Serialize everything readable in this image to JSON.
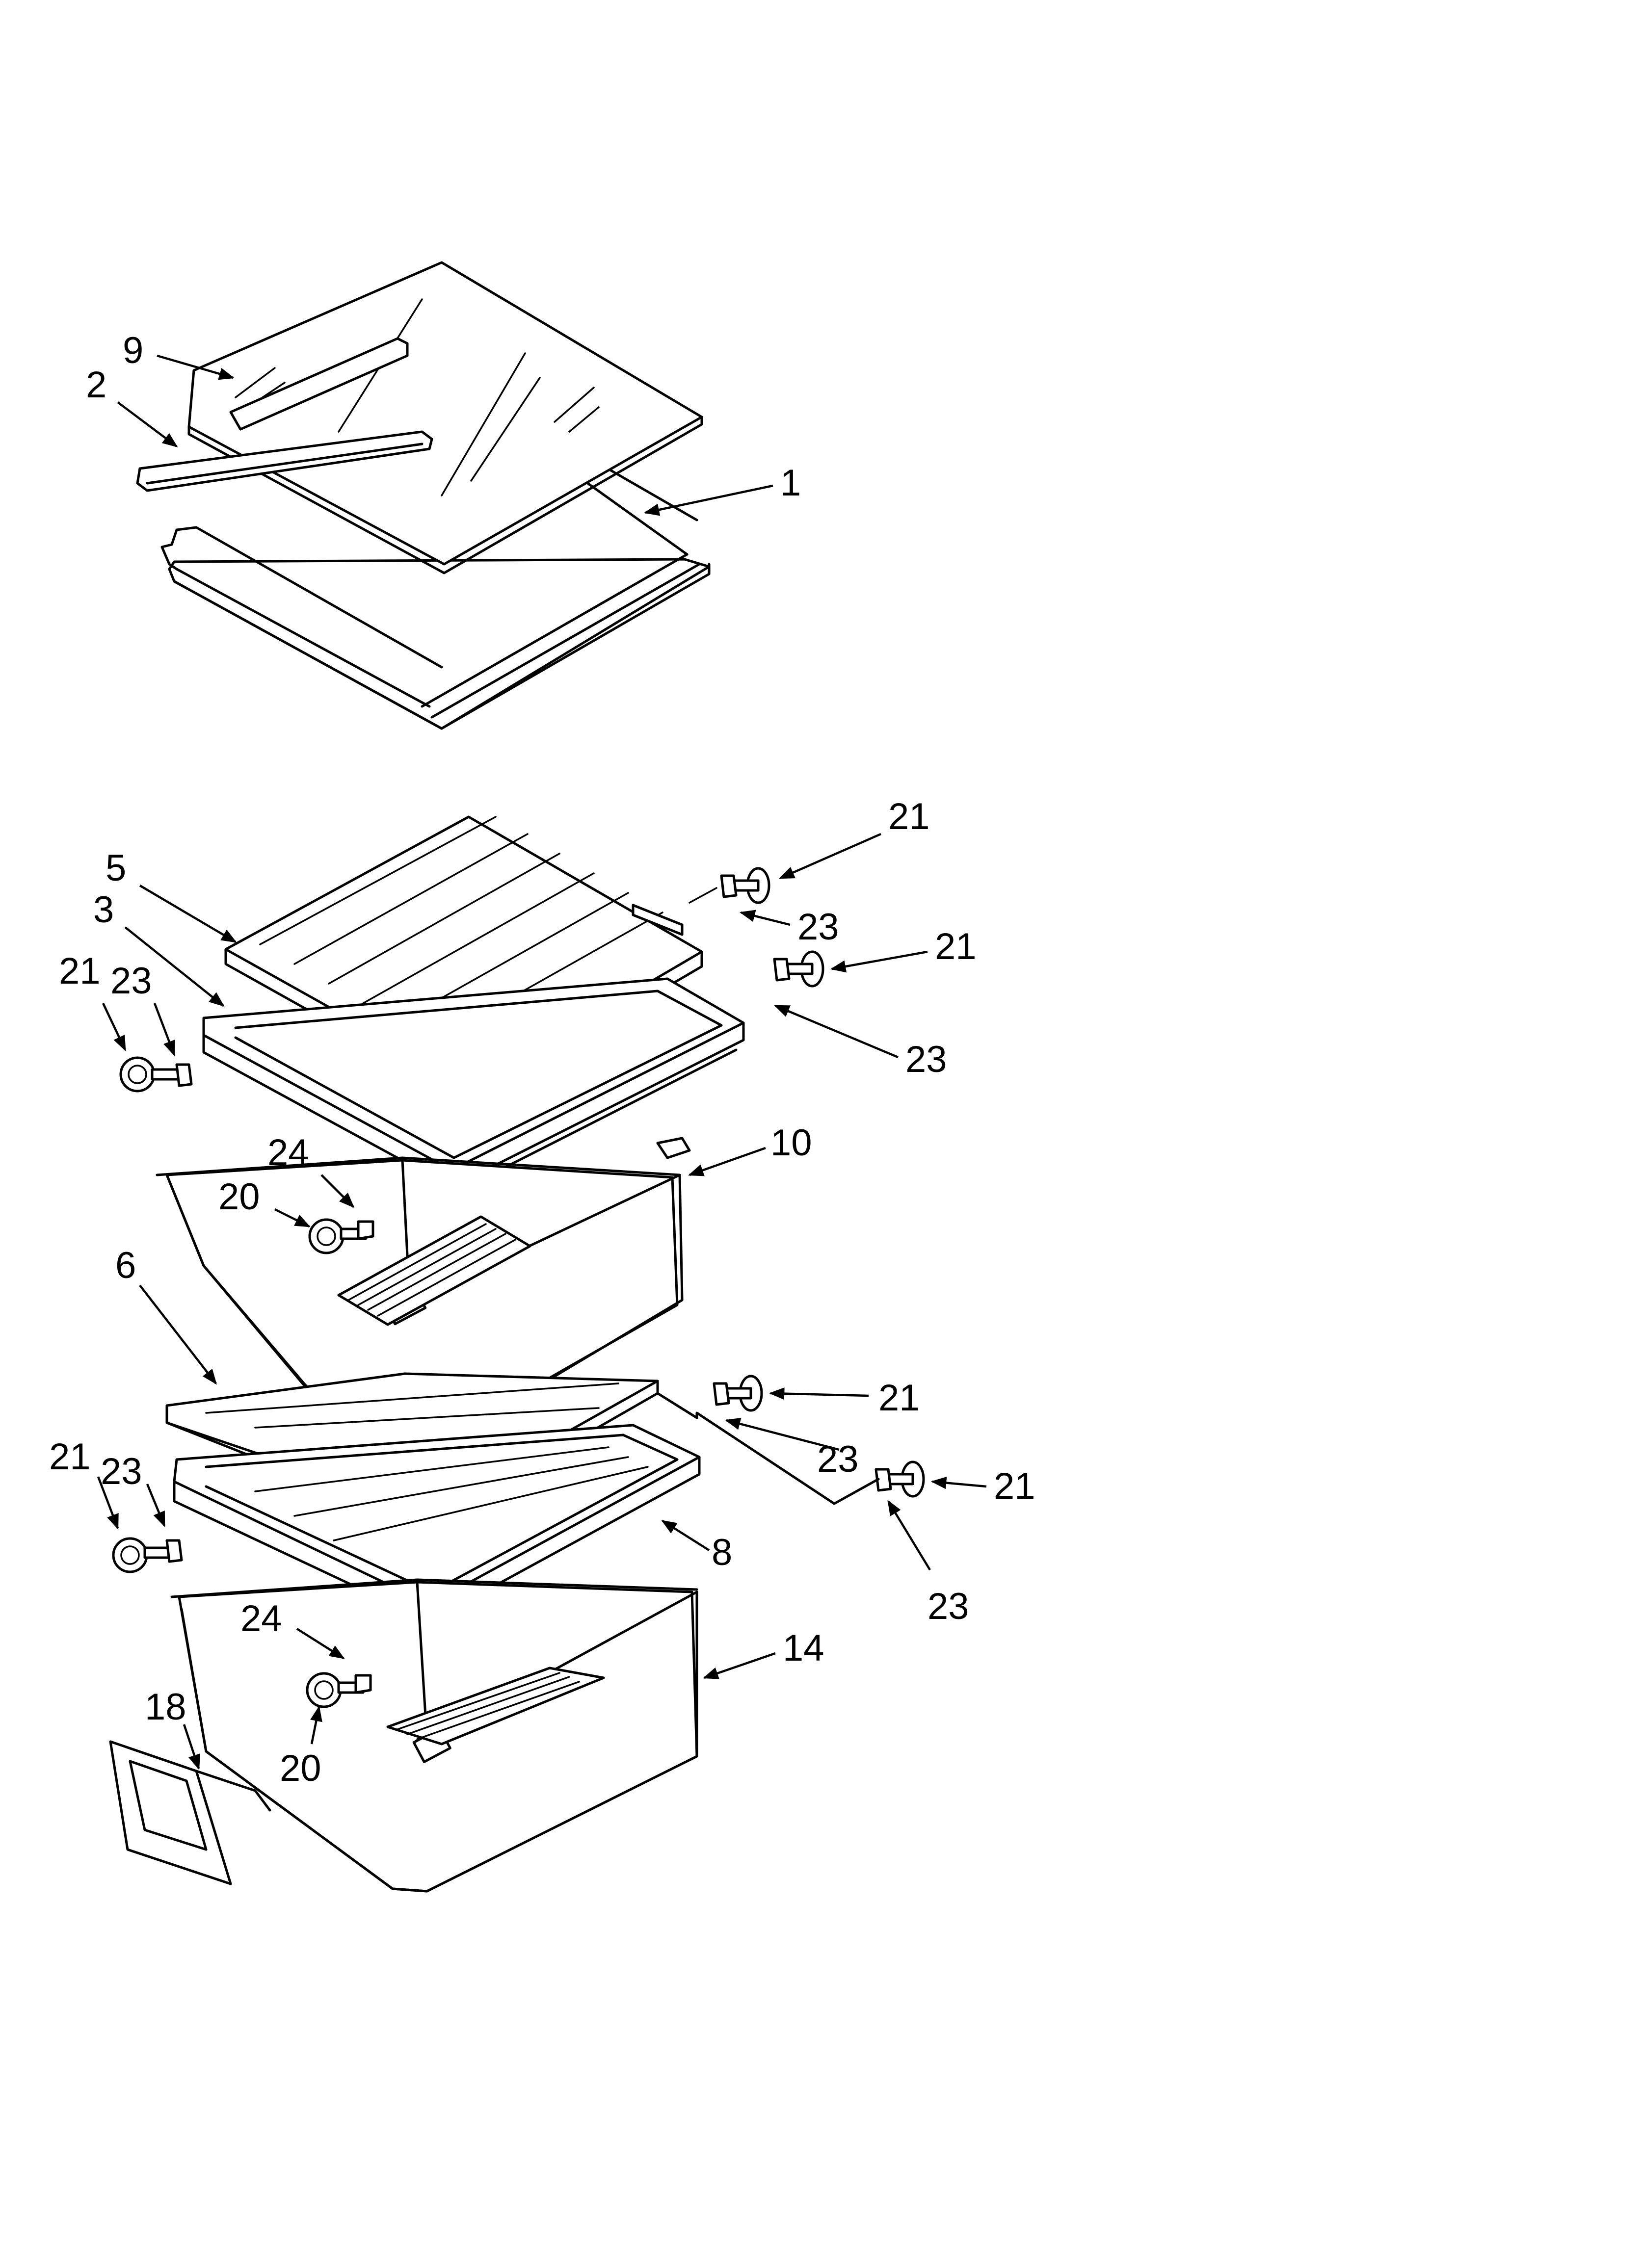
{
  "callouts": [
    {
      "id": "c9",
      "text": "9"
    },
    {
      "id": "c2",
      "text": "2"
    },
    {
      "id": "c1",
      "text": "1"
    },
    {
      "id": "c21a",
      "text": "21"
    },
    {
      "id": "c5",
      "text": "5"
    },
    {
      "id": "c3",
      "text": "3"
    },
    {
      "id": "c23a",
      "text": "23"
    },
    {
      "id": "c21b",
      "text": "21"
    },
    {
      "id": "c21c",
      "text": "21"
    },
    {
      "id": "c23b",
      "text": "23"
    },
    {
      "id": "c23c",
      "text": "23"
    },
    {
      "id": "c24a",
      "text": "24"
    },
    {
      "id": "c10",
      "text": "10"
    },
    {
      "id": "c20a",
      "text": "20"
    },
    {
      "id": "c6",
      "text": "6"
    },
    {
      "id": "c21d",
      "text": "21"
    },
    {
      "id": "c23d",
      "text": "23"
    },
    {
      "id": "c21e",
      "text": "21"
    },
    {
      "id": "c23e",
      "text": "23"
    },
    {
      "id": "c21f",
      "text": "21"
    },
    {
      "id": "c8",
      "text": "8"
    },
    {
      "id": "c23f",
      "text": "23"
    },
    {
      "id": "c24b",
      "text": "24"
    },
    {
      "id": "c14",
      "text": "14"
    },
    {
      "id": "c18",
      "text": "18"
    },
    {
      "id": "c20b",
      "text": "20"
    }
  ]
}
